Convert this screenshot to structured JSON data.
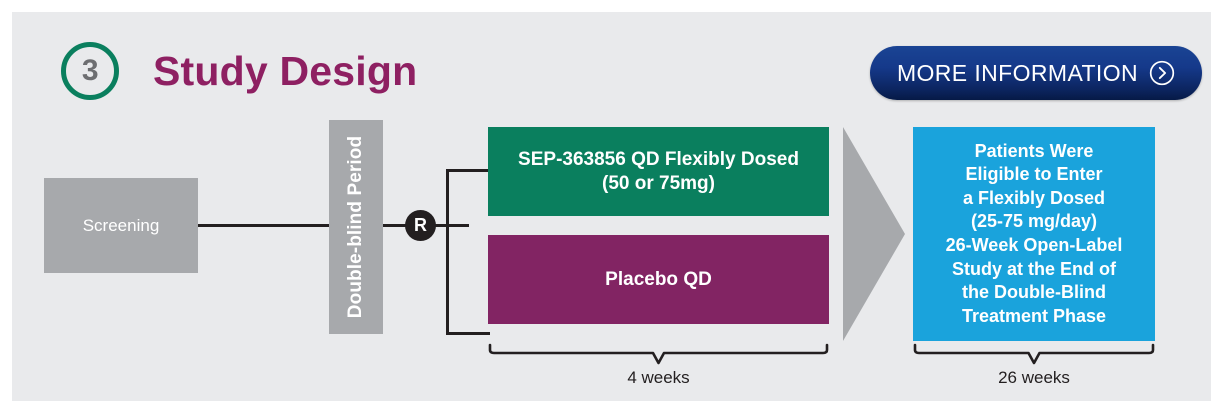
{
  "header": {
    "step_number": "3",
    "title": "Study Design",
    "more_info": {
      "label": "MORE INFORMATION",
      "icon": "chevron-right-circle-icon"
    }
  },
  "colors": {
    "panel_bg": "#e9eaec",
    "page_bg": "#ffffff",
    "title_magenta": "#8e2062",
    "badge_green": "#0a7f5e",
    "badge_numeral_gray": "#6d6e71",
    "button_navy_top": "#1a4494",
    "button_navy_bottom": "#061a46",
    "gray_box": "#a7a9ac",
    "arm_green": "#0a7f5e",
    "arm_purple": "#822463",
    "open_label_blue": "#1aa3dc",
    "line_black": "#231f20"
  },
  "diagram": {
    "screening": {
      "label": "Screening"
    },
    "double_blind_period": {
      "label": "Double-blind Period",
      "orientation": "vertical"
    },
    "randomization": {
      "label": "R",
      "tooltip": "Randomization"
    },
    "arms": [
      {
        "id": "active-arm",
        "line1": "SEP-363856 QD Flexibly Dosed",
        "line2": "(50 or 75mg)",
        "color": "#0a7f5e"
      },
      {
        "id": "placebo-arm",
        "line1": "Placebo QD",
        "line2": "",
        "color": "#822463"
      }
    ],
    "transition_arrow": {
      "icon": "arrow-right-icon",
      "color": "#a7a9ac"
    },
    "open_label": {
      "lines": [
        "Patients Were",
        "Eligible to Enter",
        "a Flexibly Dosed",
        "(25-75 mg/day)",
        "26-Week Open-Label",
        "Study at the End of",
        "the Double-Blind",
        "Treatment Phase"
      ],
      "color": "#1aa3dc"
    },
    "brackets": [
      {
        "id": "double-blind-duration",
        "label": "4 weeks"
      },
      {
        "id": "open-label-duration",
        "label": "26 weeks"
      }
    ]
  }
}
